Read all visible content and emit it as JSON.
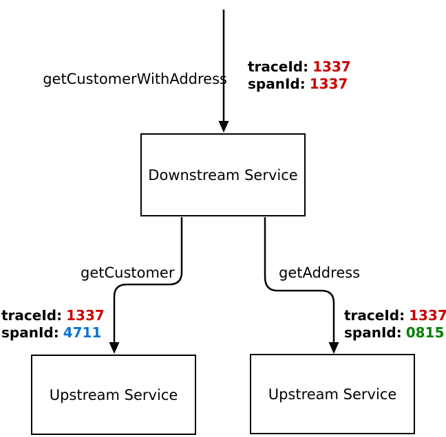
{
  "colors": {
    "trace_red": "#cc0000",
    "span_blue": "#0b72d6",
    "span_green": "#067f06",
    "stroke": "#000000",
    "background": "#ffffff"
  },
  "nodes": {
    "downstream": {
      "label": "Downstream Service"
    },
    "upstream_left": {
      "label": "Upstream Service"
    },
    "upstream_right": {
      "label": "Upstream Service"
    }
  },
  "edges": {
    "incoming": {
      "operation": "getCustomerWithAddress",
      "trace_label": "traceId:",
      "trace_value": "1337",
      "span_label": "spanId:",
      "span_value": "1337"
    },
    "get_customer": {
      "operation": "getCustomer",
      "trace_label": "traceId:",
      "trace_value": "1337",
      "span_label": "spanId:",
      "span_value": "4711"
    },
    "get_address": {
      "operation": "getAddress",
      "trace_label": "traceId:",
      "trace_value": "1337",
      "span_label": "spanId:",
      "span_value": "0815"
    }
  }
}
